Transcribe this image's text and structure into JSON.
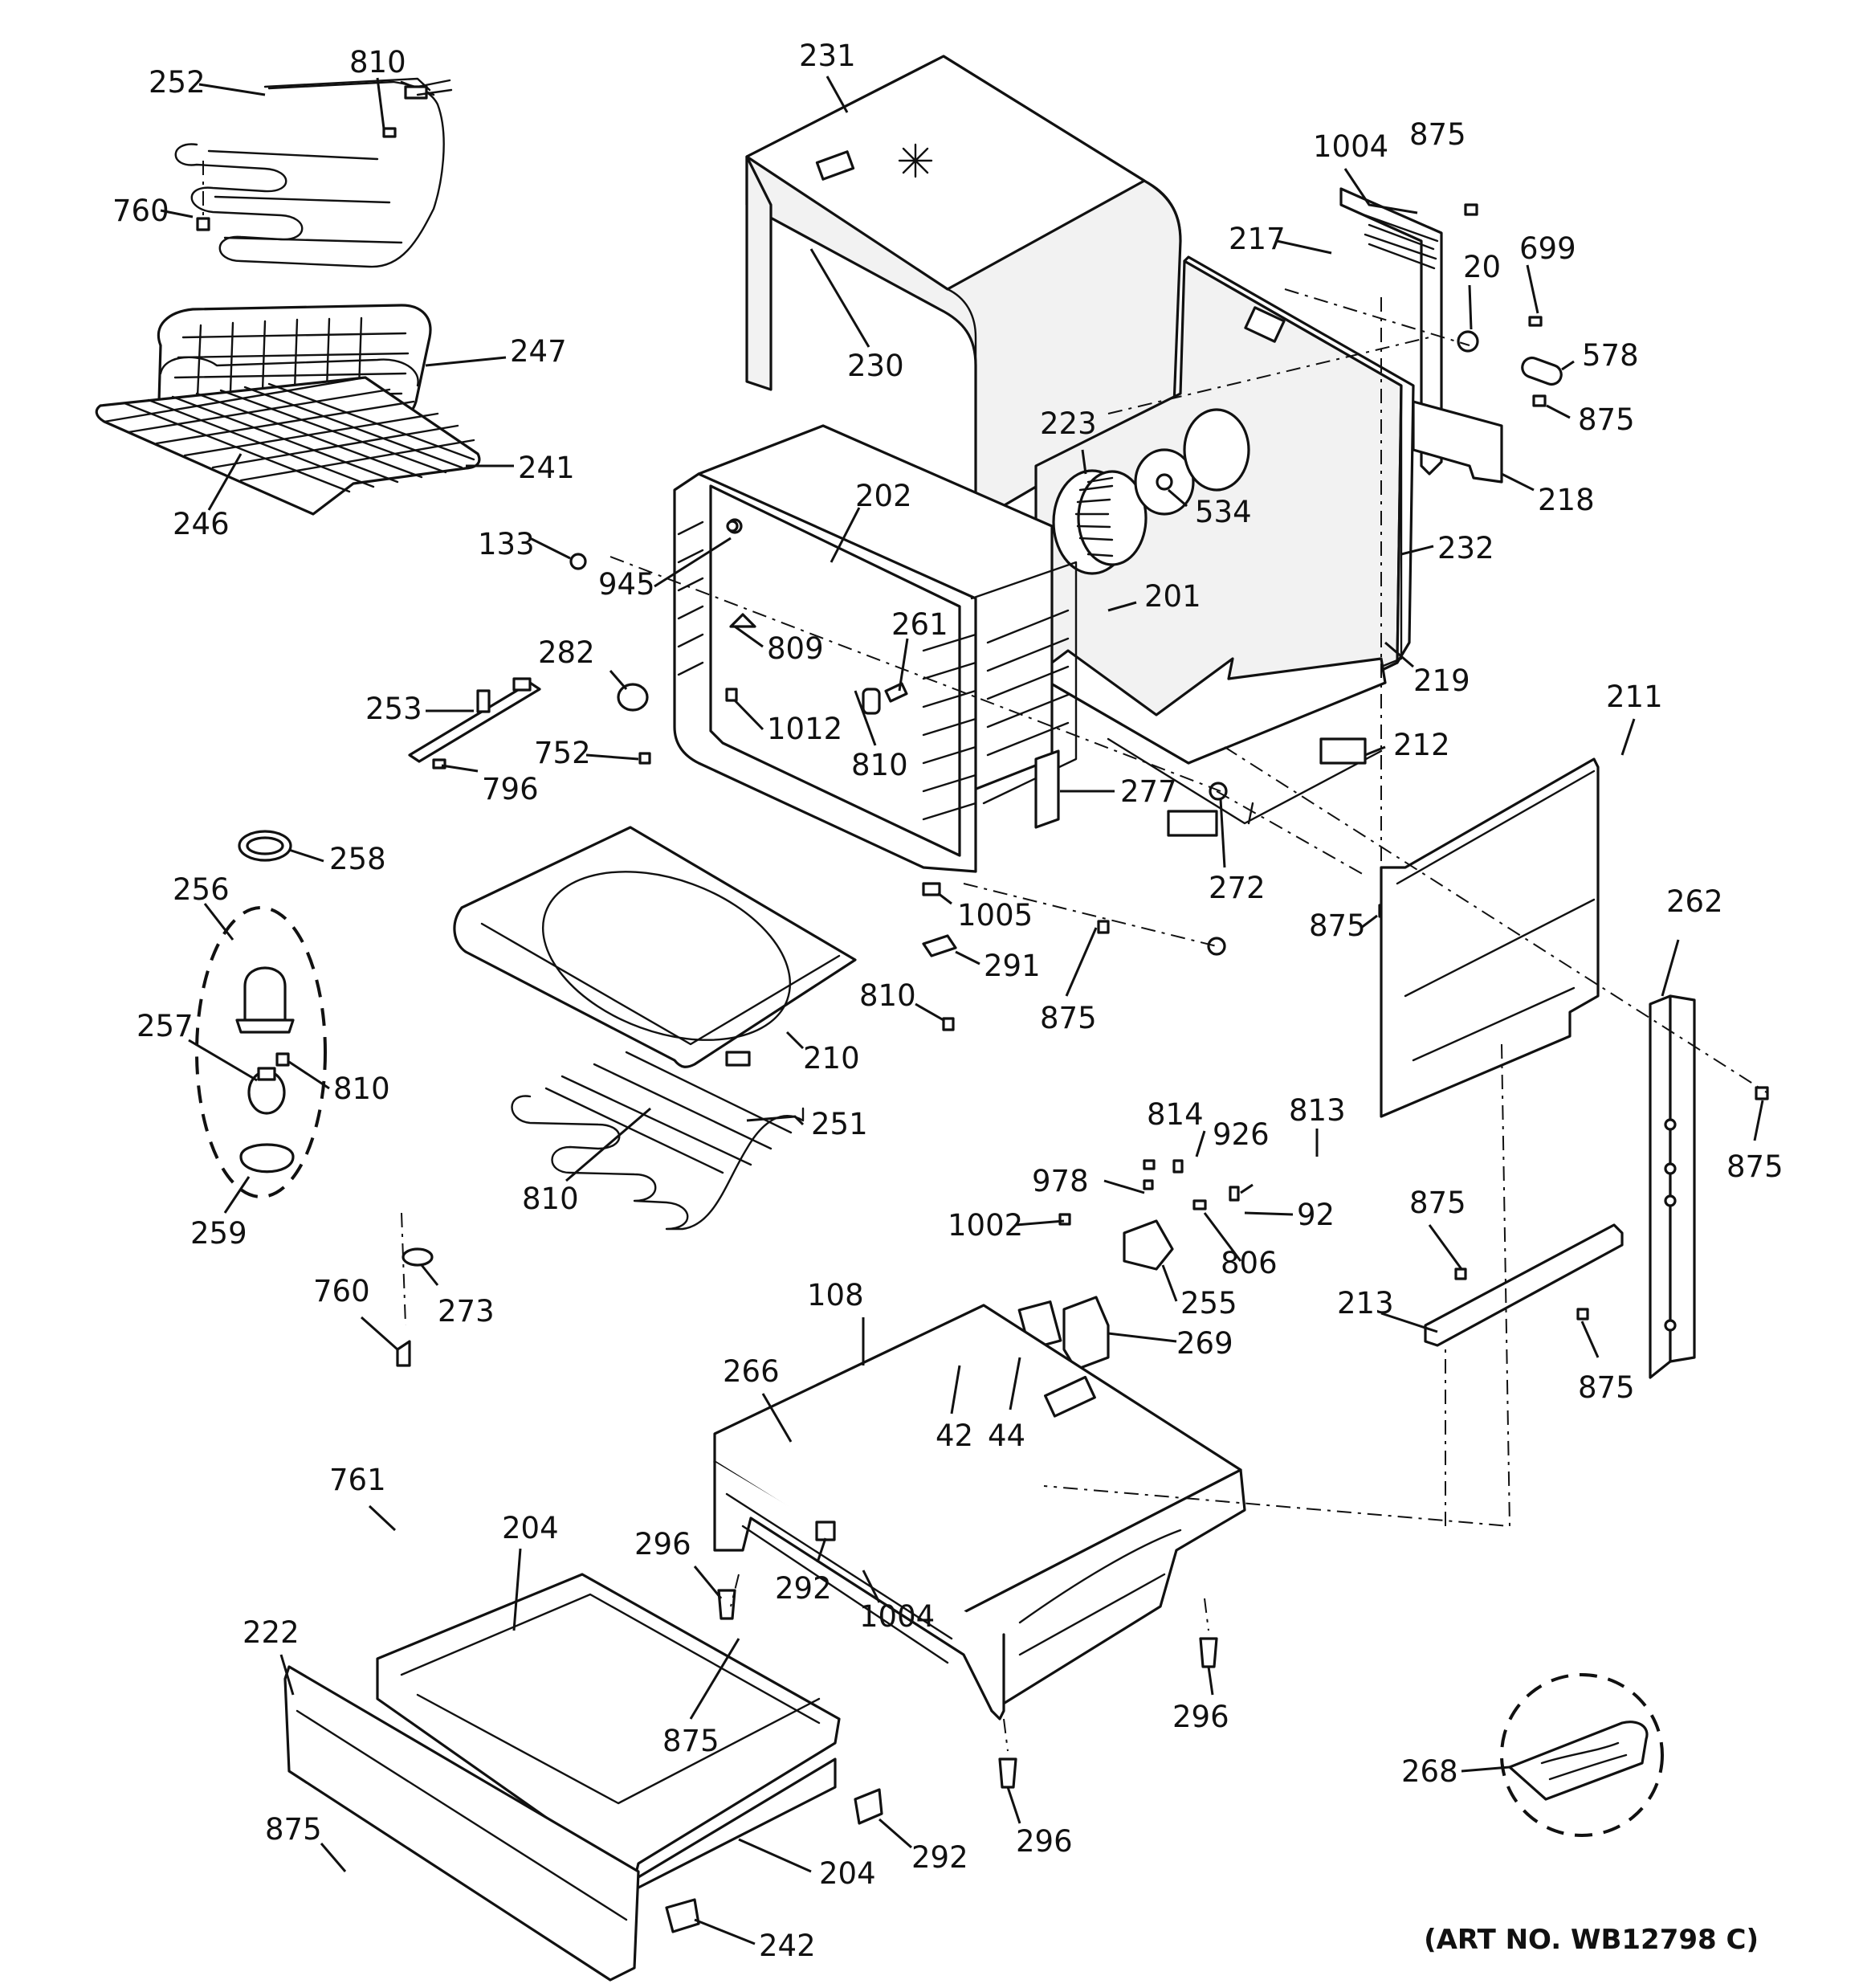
{
  "diagram": {
    "art_number": "(ART NO. WB12798 C)",
    "callouts": {
      "c252": "252",
      "c810a": "810",
      "c760a": "760",
      "c231": "231",
      "c230": "230",
      "c1004a": "1004",
      "c875a": "875",
      "c217": "217",
      "c20": "20",
      "c699": "699",
      "c578": "578",
      "c875b": "875",
      "c218": "218",
      "c247": "247",
      "c241": "241",
      "c246": "246",
      "c223": "223",
      "c534": "534",
      "c232": "232",
      "c219": "219",
      "c133": "133",
      "c202": "202",
      "c945": "945",
      "c809": "809",
      "c261": "261",
      "c201": "201",
      "c282": "282",
      "c253": "253",
      "c1012": "1012",
      "c810b": "810",
      "c752": "752",
      "c796": "796",
      "c212": "212",
      "c211": "211",
      "c277": "277",
      "c272": "272",
      "c875c": "875",
      "c258": "258",
      "c256": "256",
      "c257": "257",
      "c810c": "810",
      "c259": "259",
      "c1005": "1005",
      "c291": "291",
      "c810d": "810",
      "c875d": "875",
      "c210": "210",
      "c251": "251",
      "c810e": "810",
      "c262": "262",
      "c875e": "875",
      "c814": "814",
      "c813": "813",
      "c926": "926",
      "c978": "978",
      "c92": "92",
      "c1002": "1002",
      "c806": "806",
      "c255": "255",
      "c269": "269",
      "c875f": "875",
      "c213": "213",
      "c875g": "875",
      "c760b": "760",
      "c273": "273",
      "c108": "108",
      "c266": "266",
      "c42": "42",
      "c44": "44",
      "c761": "761",
      "c204a": "204",
      "c296a": "296",
      "c292a": "292",
      "c1004b": "1004",
      "c222": "222",
      "c875h": "875",
      "c296b": "296",
      "c296c": "296",
      "c268": "268",
      "c875i": "875",
      "c292b": "292",
      "c204b": "204",
      "c242": "242"
    }
  }
}
